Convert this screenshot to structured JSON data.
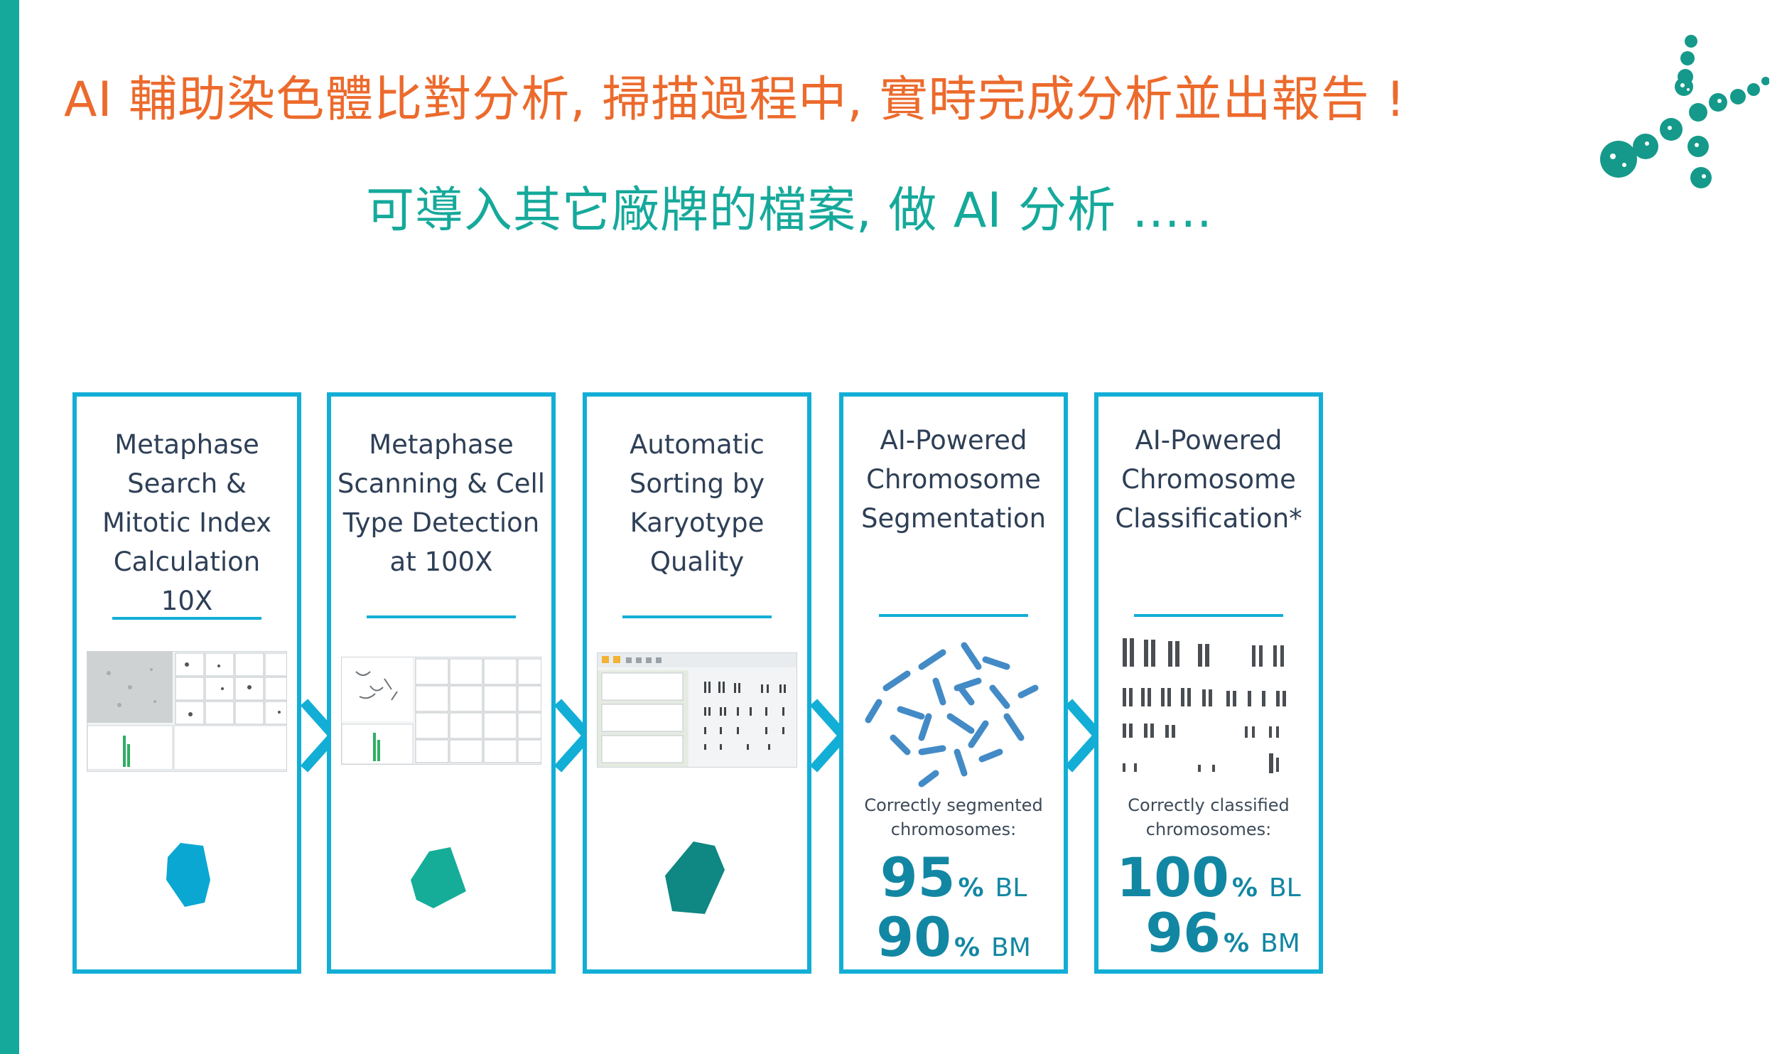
{
  "header": {
    "title": "AI 輔助染色體比對分析, 掃描過程中, 實時完成分析並出報告 !",
    "subtitle": "可導入其它廠牌的檔案, 做 AI 分析 ....."
  },
  "colors": {
    "accent_bar": "#14a99a",
    "title": "#ec6a2c",
    "subtitle": "#15a99b",
    "card_border": "#12aed5",
    "shape1": "#0aa7d3",
    "shape2": "#15ad98",
    "shape3": "#0f8783",
    "stat": "#1287a3"
  },
  "steps": [
    {
      "title_lines": [
        "Metaphase",
        "Search &",
        "Mitotic Index",
        "Calculation",
        "10X"
      ],
      "shape_icon": "hexagon-blue-icon"
    },
    {
      "title_lines": [
        "Metaphase",
        "Scanning & Cell",
        "Type Detection",
        "at 100X"
      ],
      "shape_icon": "hexagon-teal-icon"
    },
    {
      "title_lines": [
        "Automatic",
        "Sorting by",
        "Karyotype",
        "Quality"
      ],
      "shape_icon": "hexagon-darkteal-icon"
    },
    {
      "title_lines": [
        "AI-Powered",
        "Chromosome",
        "Segmentation"
      ],
      "caption_lines": [
        "Correctly segmented",
        "chromosomes:"
      ],
      "stats": [
        {
          "value": "95",
          "unit": "%",
          "label": "BL"
        },
        {
          "value": "90",
          "unit": "%",
          "label": "BM"
        }
      ]
    },
    {
      "title_lines": [
        "AI-Powered",
        "Chromosome",
        "Classification*"
      ],
      "caption_lines": [
        "Correctly classified",
        "chromosomes:"
      ],
      "stats": [
        {
          "value": "100",
          "unit": "%",
          "label": "BL"
        },
        {
          "value": "96",
          "unit": "%",
          "label": "BM"
        }
      ]
    }
  ]
}
